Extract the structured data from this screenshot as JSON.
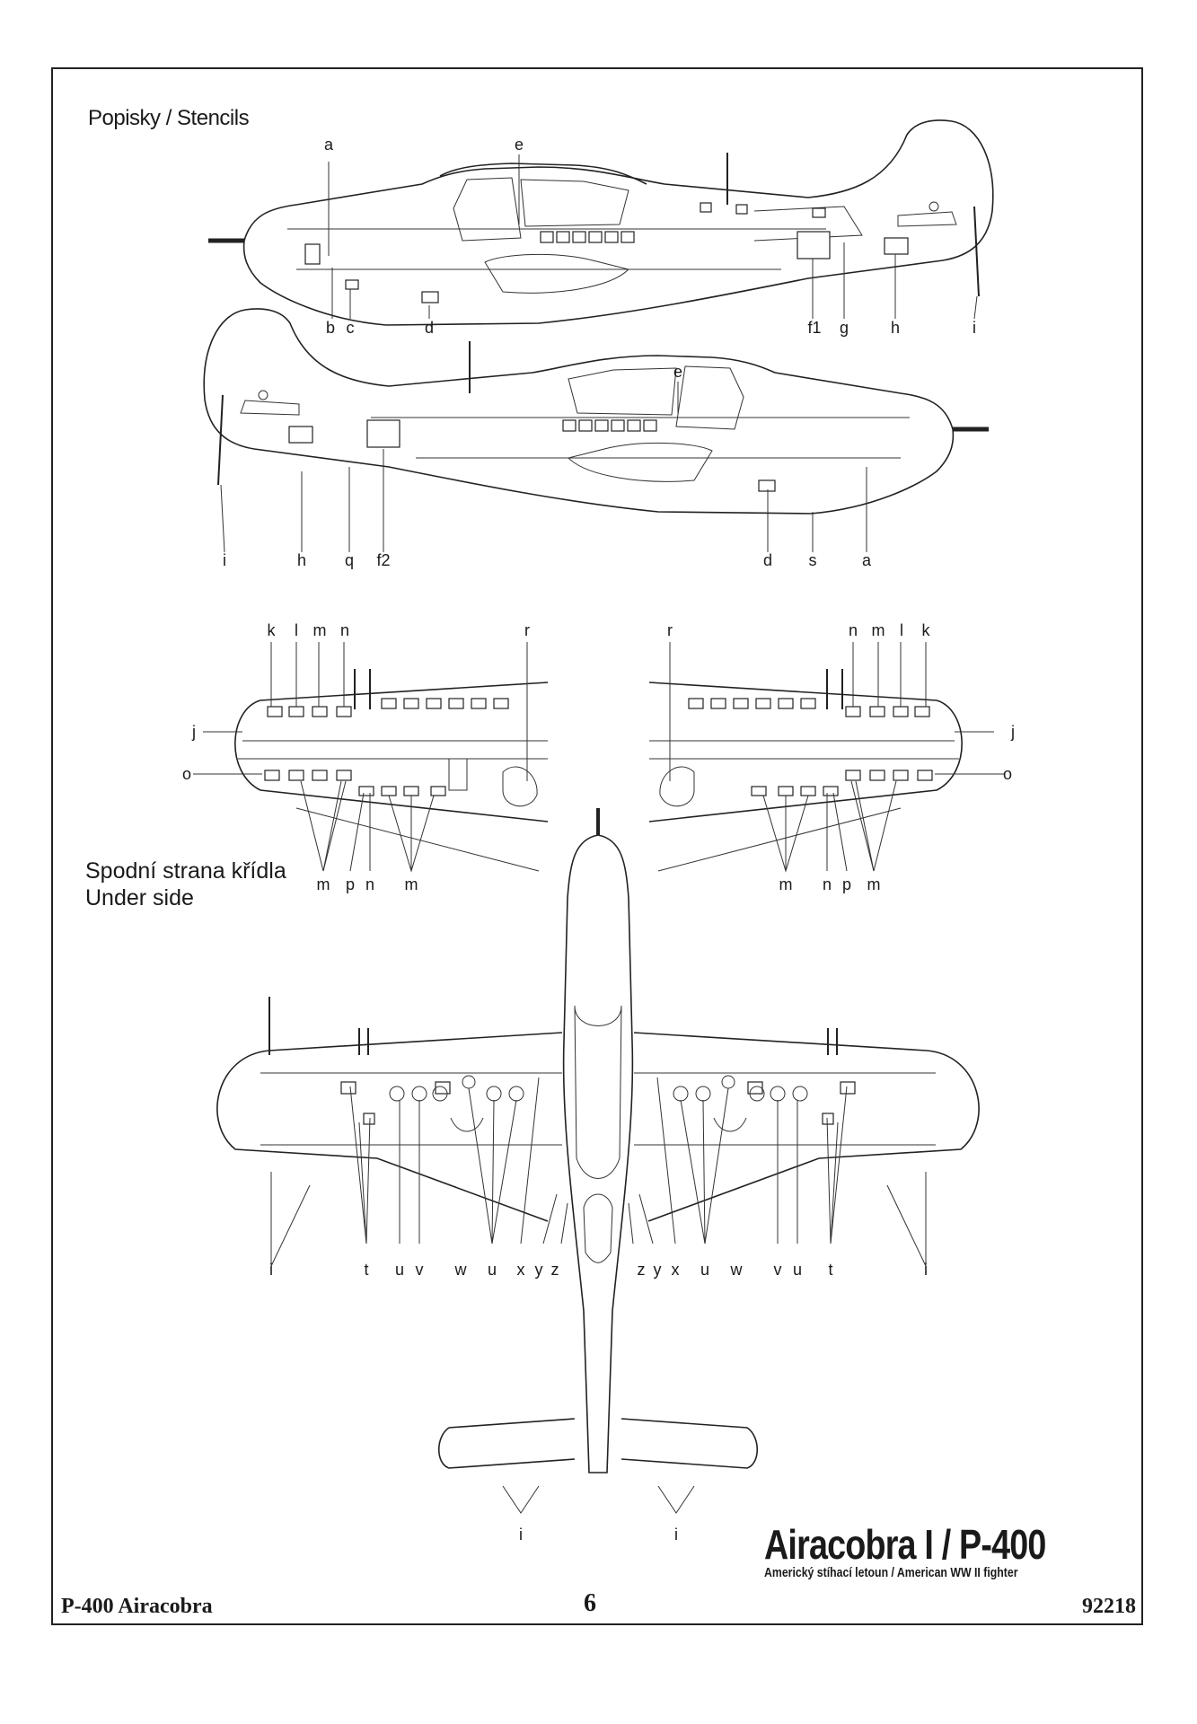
{
  "sections": {
    "stencils_title": "Popisky / Stencils",
    "underside_cz": "Spodní strana křídla",
    "underside_en": "Under side"
  },
  "title": {
    "main": "Airacobra I / P-400",
    "sub": "Americký stíhací letoun / American WW II fighter"
  },
  "footer": {
    "left": "P-400 Airacobra",
    "page": "6",
    "right": "92218"
  },
  "colors": {
    "ink": "#222222",
    "paper": "#ffffff"
  },
  "labels": {
    "side_top_above": [
      "a",
      "e"
    ],
    "side_top_below": [
      "b",
      "c",
      "d",
      "f1",
      "g",
      "h",
      "i"
    ],
    "side_bottom_above": [
      "e"
    ],
    "side_bottom_below": [
      "i",
      "h",
      "q",
      "f2",
      "d",
      "s",
      "a"
    ],
    "wing_left_above": [
      "k",
      "l",
      "m",
      "n",
      "r"
    ],
    "wing_right_above": [
      "r",
      "n",
      "m",
      "l",
      "k"
    ],
    "wing_side": [
      "j",
      "o",
      "j",
      "o"
    ],
    "wing_left_below": [
      "m",
      "p",
      "n",
      "m"
    ],
    "wing_right_below": [
      "m",
      "n",
      "p",
      "m"
    ],
    "plan_below": [
      "i",
      "t",
      "u",
      "v",
      "w",
      "u",
      "x",
      "y",
      "z",
      "z",
      "y",
      "x",
      "u",
      "w",
      "v",
      "u",
      "t",
      "i"
    ],
    "tail_below": [
      "i",
      "i"
    ]
  }
}
